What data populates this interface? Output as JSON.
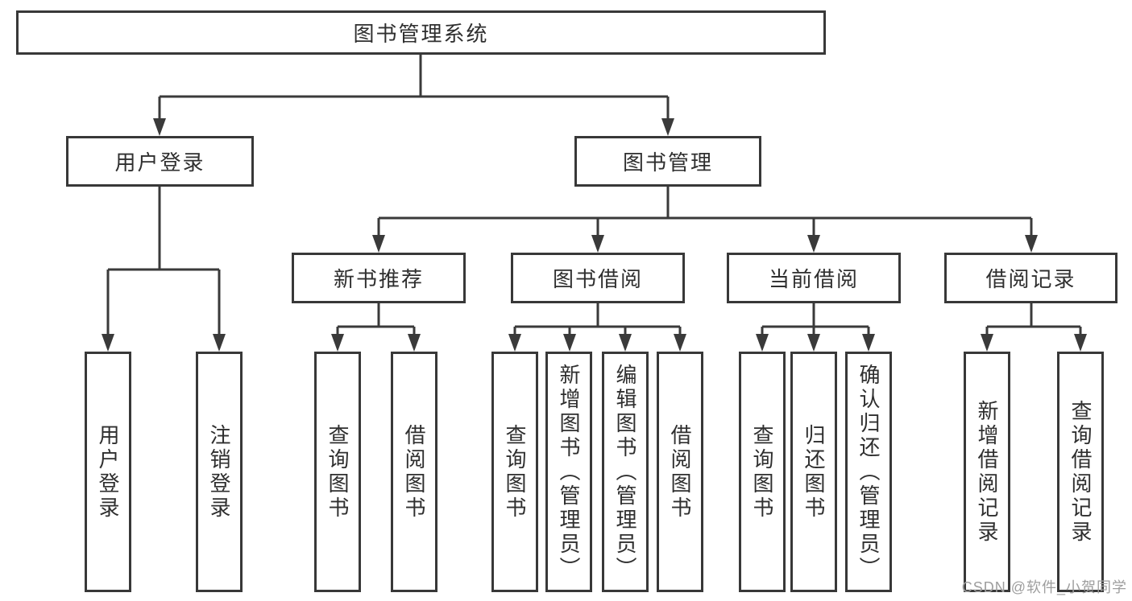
{
  "diagram_title": "图书管理系统",
  "tree": {
    "root": {
      "label": "图书管理系统"
    },
    "level2": [
      {
        "label": "用户登录",
        "children": [
          {
            "label": "用户登录"
          },
          {
            "label": "注销登录"
          }
        ]
      },
      {
        "label": "图书管理",
        "children": [
          {
            "label": "新书推荐",
            "children": [
              {
                "label": "查询图书"
              },
              {
                "label": "借阅图书"
              }
            ]
          },
          {
            "label": "图书借阅",
            "children": [
              {
                "label": "查询图书"
              },
              {
                "label": "新增图书（管理员）"
              },
              {
                "label": "编辑图书（管理员）"
              },
              {
                "label": "借阅图书"
              }
            ]
          },
          {
            "label": "当前借阅",
            "children": [
              {
                "label": "查询图书"
              },
              {
                "label": "归还图书"
              },
              {
                "label": "确认归还（管理员）"
              }
            ]
          },
          {
            "label": "借阅记录",
            "children": [
              {
                "label": "新增借阅记录"
              },
              {
                "label": "查询借阅记录"
              }
            ]
          }
        ]
      }
    ]
  },
  "watermark": "CSDN @软件_小贺同学",
  "colors": {
    "line": "#3a3a3a",
    "box_border": "#383838",
    "text": "#2f2f2f",
    "watermark": "#9e9e9e",
    "background": "#ffffff"
  }
}
